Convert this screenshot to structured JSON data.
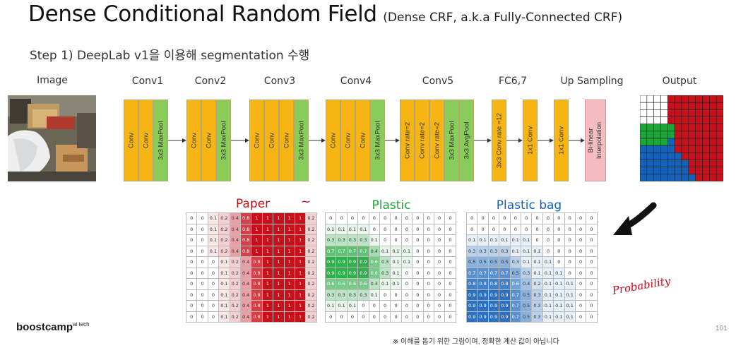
{
  "title": "Dense Conditional Random Field",
  "subtitle": "(Dense CRF, a.k.a Fully-Connected CRF)",
  "step": "Step 1) DeepLab v1을 이용해 segmentation 수행",
  "labels": {
    "image": "Image",
    "conv1": "Conv1",
    "conv2": "Conv2",
    "conv3": "Conv3",
    "conv4": "Conv4",
    "conv5": "Conv5",
    "fc67": "FC6,7",
    "upsampling": "Up Sampling",
    "output": "Output"
  },
  "blocks": {
    "conv": "Conv",
    "maxpool": "3x3 MaxPool",
    "conv_rate2": "Conv rate=2",
    "avgpool": "3x3 AvgPool",
    "conv_rate12": "3x3 Conv rate =12",
    "conv1x1": "1x1 Conv",
    "bilinear_1": "Bi-linear",
    "bilinear_2": "Interpolation"
  },
  "grids": {
    "paper": {
      "title": "Paper",
      "tilde": "~"
    },
    "plastic": {
      "title": "Plastic"
    },
    "bag": {
      "title": "Plastic bag"
    }
  },
  "colors": {
    "paper": "#c8101a",
    "plastic": "#1ca63a",
    "bag": "#1462b8",
    "conv": "#f6b514",
    "pool": "#89cc59",
    "interp": "#f4bcc0"
  },
  "annotation": "Probability",
  "logo": {
    "text": "boostcamp",
    "sup": "ai tech"
  },
  "page_number": "101",
  "footnote": "※ 이해를 돕기 위한 그림이며, 정확한 계산 값이 아닙니다"
}
